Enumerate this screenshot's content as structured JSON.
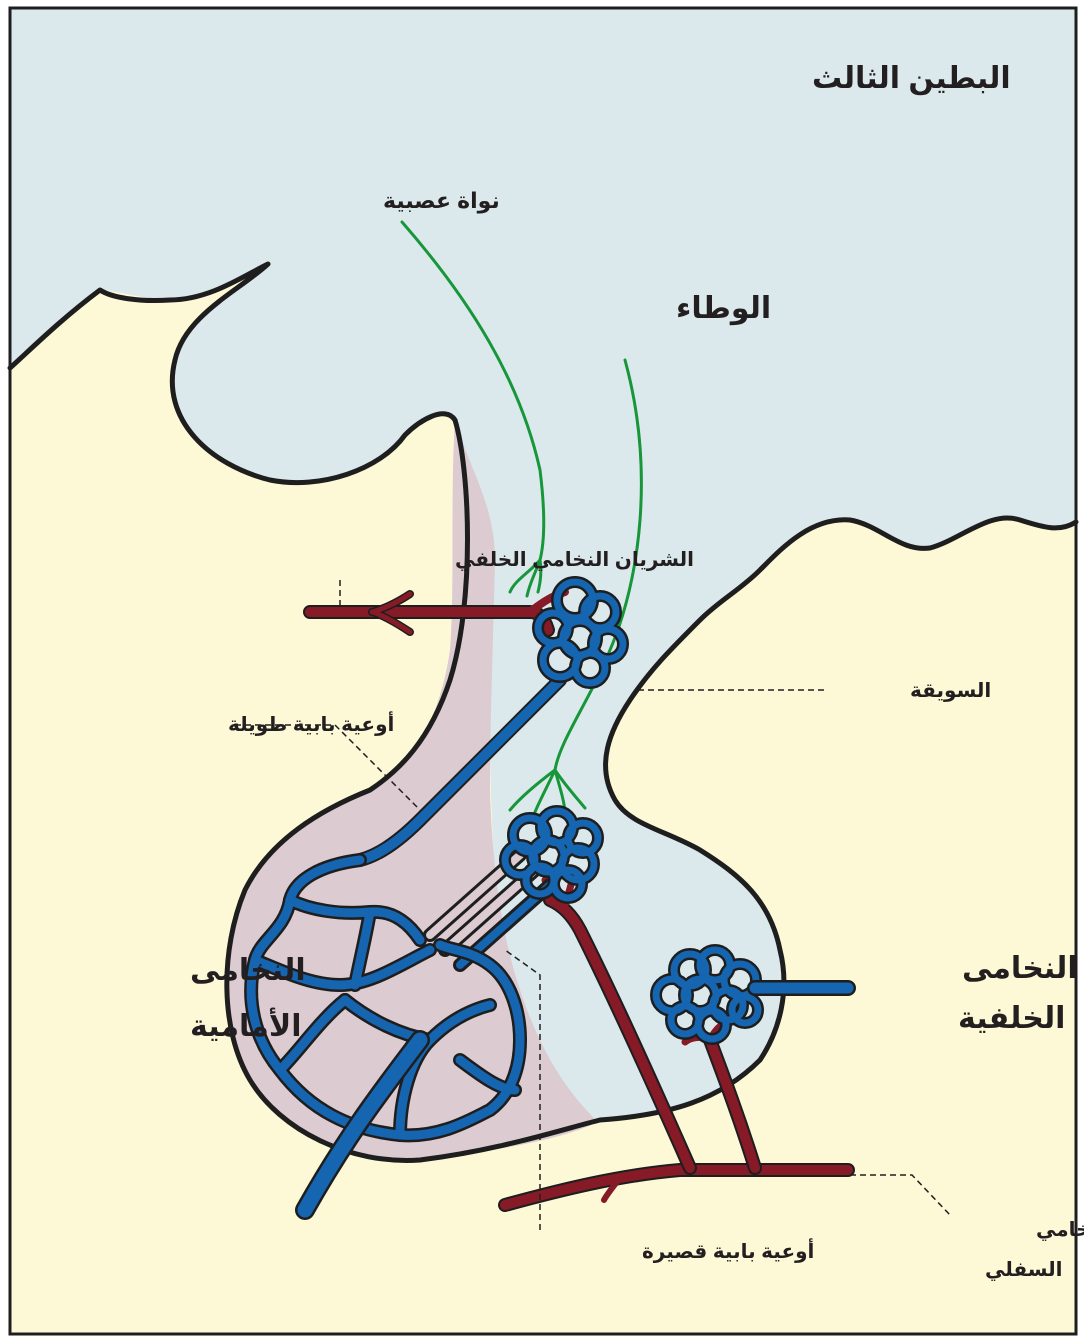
{
  "labels": {
    "third_ventricle": "البطين الثالث",
    "neural_nucleus": "نواة عصبية",
    "hypothalamus": "الوطاء",
    "posterior_pituitary_artery": "الشريان النخامي الخلفي",
    "infundibular_stalk": "السويقة",
    "long_portal_vessels": "أوعية بابية طويلة",
    "anterior_pituitary_line1": "النخامى",
    "anterior_pituitary_line2": "الأمامية",
    "posterior_pituitary_line1": "النخامى",
    "posterior_pituitary_line2": "الخلفية",
    "short_portal_vessels": "أوعية بابية قصيرة",
    "inferior_pituitary_artery_line1": "الشريان النخامي",
    "inferior_pituitary_artery_line2": "السفلي"
  },
  "colors": {
    "ventricle_fill": "#dbe9ec",
    "background_fill": "#fdf9d6",
    "anterior_lobe_fill": "#dccbd0",
    "vein_blue": "#1565b0",
    "artery_red": "#861a26",
    "nerve_green": "#17963a",
    "outline": "#1e1e1e"
  }
}
